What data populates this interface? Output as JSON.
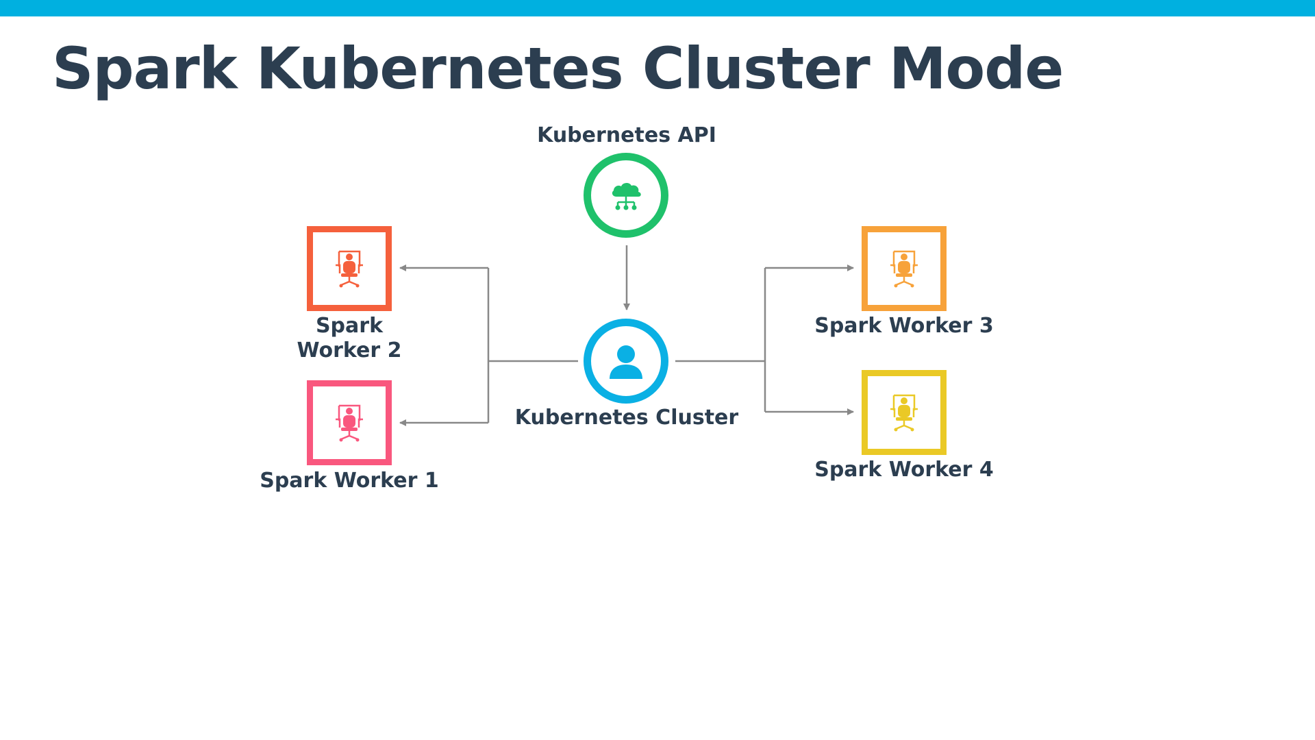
{
  "title": "Spark Kubernetes Cluster Mode",
  "colors": {
    "top_bar": "#00b0e0",
    "title_text": "#2c3e50",
    "label_text": "#2c3e50",
    "connector": "#888888"
  },
  "nodes": {
    "api": {
      "label": "Kubernetes API",
      "color": "#1fc16b",
      "icon": "cloud-network-icon"
    },
    "cluster": {
      "label": "Kubernetes Cluster",
      "color": "#0ab0e4",
      "icon": "user-icon"
    },
    "worker1": {
      "label": "Spark Worker 1",
      "color": "#f9577e",
      "icon": "office-chair-icon"
    },
    "worker2": {
      "label_line1": "Spark",
      "label_line2": "Worker 2",
      "color": "#f5603c",
      "icon": "office-chair-icon"
    },
    "worker3": {
      "label": "Spark Worker 3",
      "color": "#f7a23a",
      "icon": "office-chair-icon"
    },
    "worker4": {
      "label": "Spark Worker 4",
      "color": "#eac926",
      "icon": "office-chair-icon"
    }
  }
}
